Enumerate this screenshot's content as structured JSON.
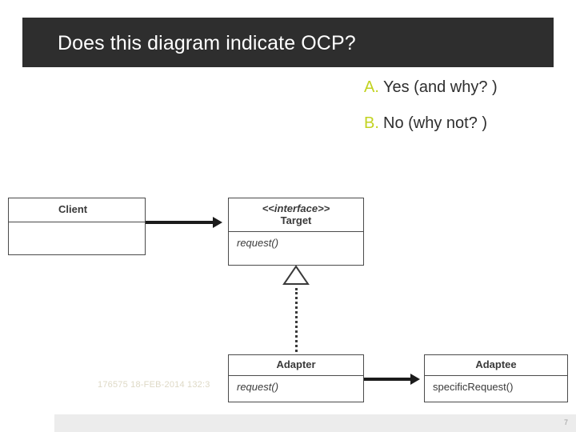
{
  "slide": {
    "title": "Does this diagram indicate OCP?",
    "page_number": "7",
    "watermark": "176575 18-FEB-2014 132:3"
  },
  "bullets": [
    {
      "marker": "A.",
      "label": "Yes (and why? )"
    },
    {
      "marker": "B.",
      "label": "No (why not? )"
    }
  ],
  "diagram": {
    "client": {
      "name": "Client",
      "operations": ""
    },
    "target": {
      "stereotype": "<<interface>>",
      "name": "Target",
      "operations": "request()"
    },
    "adapter": {
      "name": "Adapter",
      "operations": "request()"
    },
    "adaptee": {
      "name": "Adaptee",
      "operations": "specificRequest()"
    }
  },
  "colors": {
    "banner": "#2e2e2e",
    "bullet_marker": "#c2d320",
    "text": "#2e2e2e",
    "diagram_stroke": "#4a4a4a"
  }
}
